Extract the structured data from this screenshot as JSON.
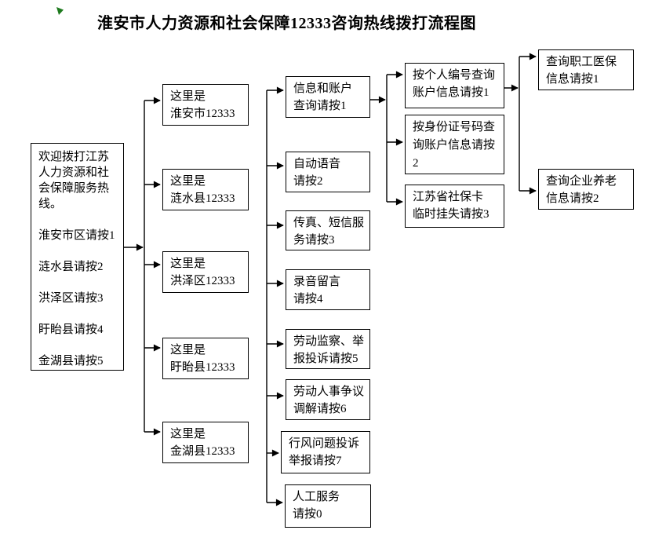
{
  "page": {
    "title": "淮安市人力资源和社会保障12333咨询热线拨打流程图"
  },
  "colors": {
    "line": "#000000",
    "background": "#ffffff",
    "green_marker": "#1e7a1e"
  },
  "icons": {
    "green_marker": "green-triangle-marker"
  },
  "flowchart": {
    "welcome_box": {
      "text": "欢迎拨打江苏\n人力资源和社\n会保障服务热\n线。\n\n淮安市区请按1\n\n涟水县请按2\n\n洪泽区请按3\n\n盱眙县请按4\n\n金湖县请按5"
    },
    "level2": [
      {
        "text": "这里是\n淮安市12333"
      },
      {
        "text": "这里是\n涟水县12333"
      },
      {
        "text": "这里是\n洪泽区12333"
      },
      {
        "text": "这里是\n盱眙县12333"
      },
      {
        "text": "这里是\n金湖县12333"
      }
    ],
    "level3": [
      {
        "text": "信息和账户\n查询请按1"
      },
      {
        "text": "自动语音\n请按2"
      },
      {
        "text": "传真、短信服\n务请按3"
      },
      {
        "text": "录音留言\n请按4"
      },
      {
        "text": "劳动监察、举\n报投诉请按5"
      },
      {
        "text": "劳动人事争议\n调解请按6"
      },
      {
        "text": "行风问题投诉\n举报请按7"
      },
      {
        "text": "人工服务\n请按0"
      }
    ],
    "level4": [
      {
        "text": "按个人编号查询\n账户信息请按1"
      },
      {
        "text": "按身份证号码查\n询账户信息请按\n2"
      },
      {
        "text": "江苏省社保卡\n临时挂失请按3"
      }
    ],
    "level5": [
      {
        "text": "查询职工医保\n信息请按1"
      },
      {
        "text": "查询企业养老\n信息请按2"
      }
    ]
  }
}
